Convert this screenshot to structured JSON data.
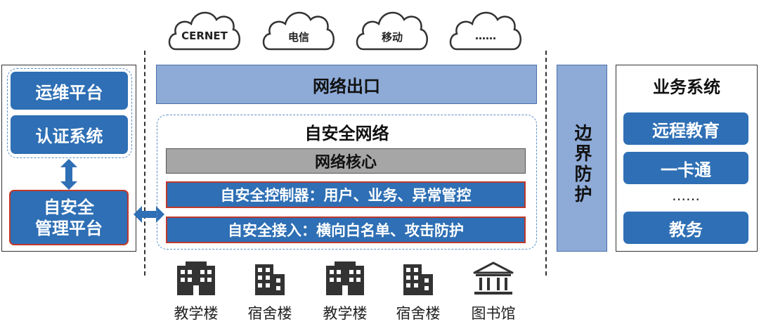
{
  "clouds": [
    "CERNET",
    "电信",
    "移动",
    "……"
  ],
  "left_panel": {
    "ops_platform": "运维平台",
    "auth_system": "认证系统",
    "mgmt_platform_line1": "自安全",
    "mgmt_platform_line2": "管理平台"
  },
  "center": {
    "egress": "网络出口",
    "self_secure_network": "自安全网络",
    "core": "网络核心",
    "controller": "自安全控制器：用户、业务、异常管控",
    "access": "自安全接入：横向白名单、攻击防护"
  },
  "border": {
    "label": "边界防护"
  },
  "business": {
    "title": "业务系统",
    "items": [
      "远程教育",
      "一卡通",
      "……",
      "教务"
    ]
  },
  "buildings": [
    "教学楼",
    "宿舍楼",
    "教学楼",
    "宿舍楼",
    "图书馆"
  ],
  "colors": {
    "blue_button": "#2e6fb5",
    "light_blue_bar": "#8eabd8",
    "gray_bar": "#a6a6a6",
    "dashed_border": "#5a8fc8",
    "arrow": "#2e6fb5",
    "red_border": "#c0392b"
  }
}
